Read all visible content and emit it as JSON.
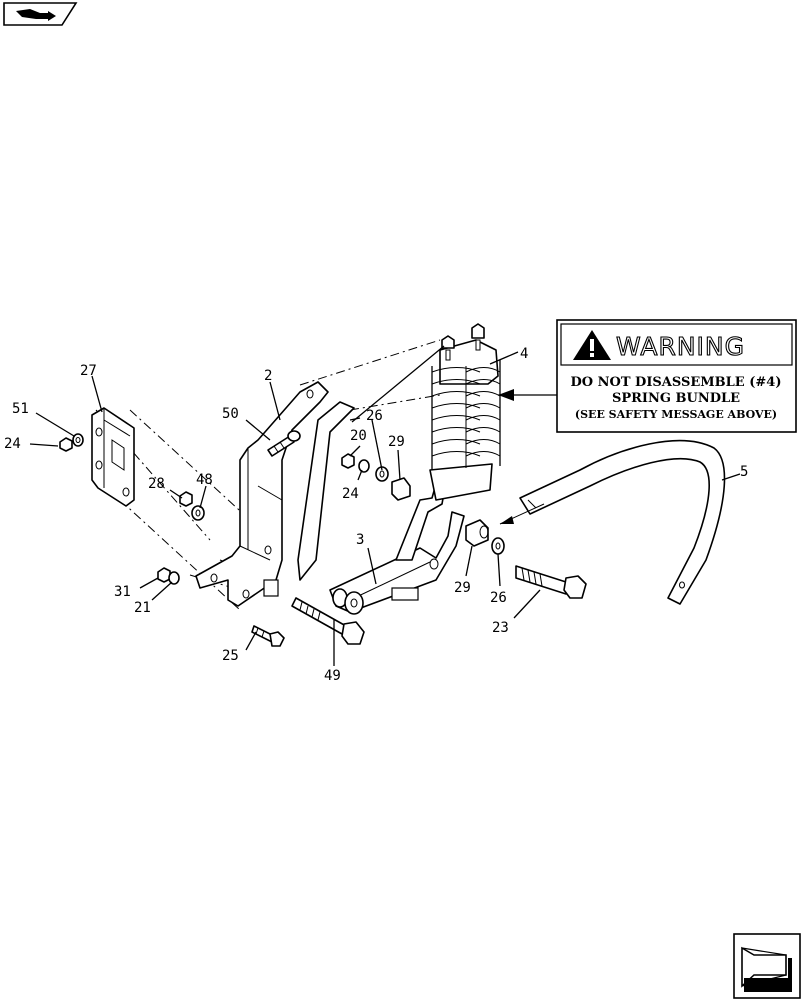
{
  "nav": {
    "prev_icon": "arrow-tab-icon",
    "next_icon": "next-page-arrow-icon"
  },
  "callouts": {
    "c2": "2",
    "c3": "3",
    "c4": "4",
    "c5": "5",
    "c20": "20",
    "c21": "21",
    "c23": "23",
    "c24a": "24",
    "c24b": "24",
    "c25": "25",
    "c26a": "26",
    "c26b": "26",
    "c27": "27",
    "c28": "28",
    "c29a": "29",
    "c29b": "29",
    "c31": "31",
    "c48": "48",
    "c49": "49",
    "c50": "50",
    "c51": "51"
  },
  "warning": {
    "title": "WARNING",
    "line1": "DO NOT DISASSEMBLE (#4)",
    "line2": "SPRING BUNDLE",
    "line3": "(SEE SAFETY MESSAGE ABOVE)",
    "icon": "warning-triangle-icon"
  },
  "colors": {
    "ink": "#000000",
    "paper": "#ffffff"
  }
}
